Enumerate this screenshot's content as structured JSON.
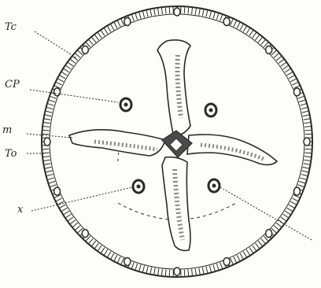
{
  "labels": {
    "tc": "Tc",
    "cp": "CP",
    "m": "m",
    "to": "To",
    "x": "x"
  },
  "colors": {
    "ink": "#2a2a2a",
    "paper": "#fdfdfb",
    "tint": "#6a6a6a"
  }
}
